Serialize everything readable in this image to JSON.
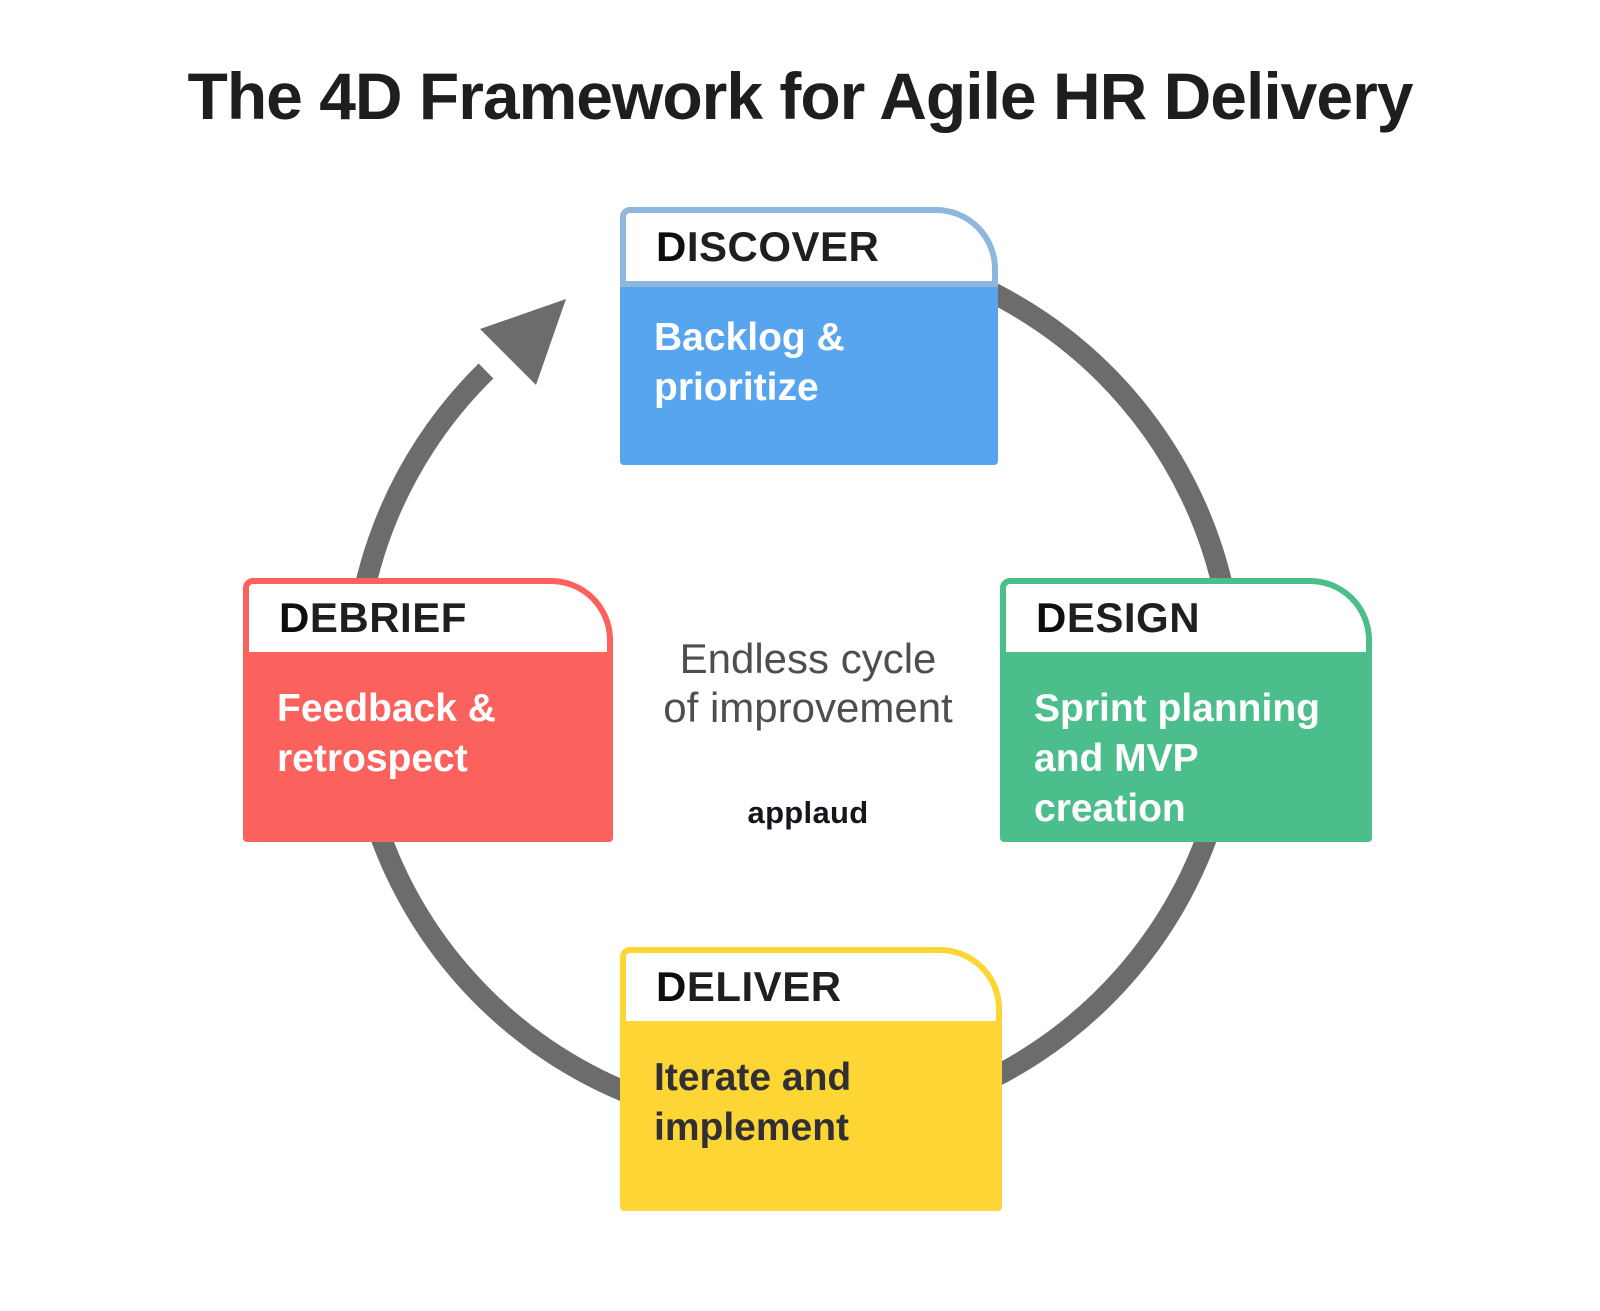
{
  "page": {
    "background": "#ffffff"
  },
  "title": {
    "prefix": "The ",
    "emphasis": "4D",
    "suffix": " Framework for Agile HR Delivery",
    "color": "#1e1e1e"
  },
  "cycle": {
    "ring_color": "#6c6c6c",
    "direction": "clockwise"
  },
  "center": {
    "caption_line1": "Endless cycle",
    "caption_line2": "of improvement",
    "caption_color": "#4e4e4e",
    "brand": "applaud",
    "brand_color": "#15151e"
  },
  "cards": [
    {
      "id": "discover",
      "initial": "D",
      "rest": "ISCOVER",
      "body_lines": [
        "Backlog &",
        "prioritize"
      ],
      "fill": "#58a5ef",
      "border": "#8fb7de",
      "text_color": "#ffffff"
    },
    {
      "id": "design",
      "initial": "D",
      "rest": "ESIGN",
      "body_lines": [
        "Sprint planning",
        "and MVP",
        "creation"
      ],
      "fill": "#4bbe8c",
      "border": "#4bbe8c",
      "text_color": "#ffffff"
    },
    {
      "id": "deliver",
      "initial": "D",
      "rest": "ELIVER",
      "body_lines": [
        "Iterate and",
        "implement"
      ],
      "fill": "#fdd535",
      "border": "#fdd535",
      "text_color": "#302f33"
    },
    {
      "id": "debrief",
      "initial": "D",
      "rest": "EBRIEF",
      "body_lines": [
        "Feedback &",
        "retrospect"
      ],
      "fill": "#fb615d",
      "border": "#fb615d",
      "text_color": "#ffffff"
    }
  ]
}
